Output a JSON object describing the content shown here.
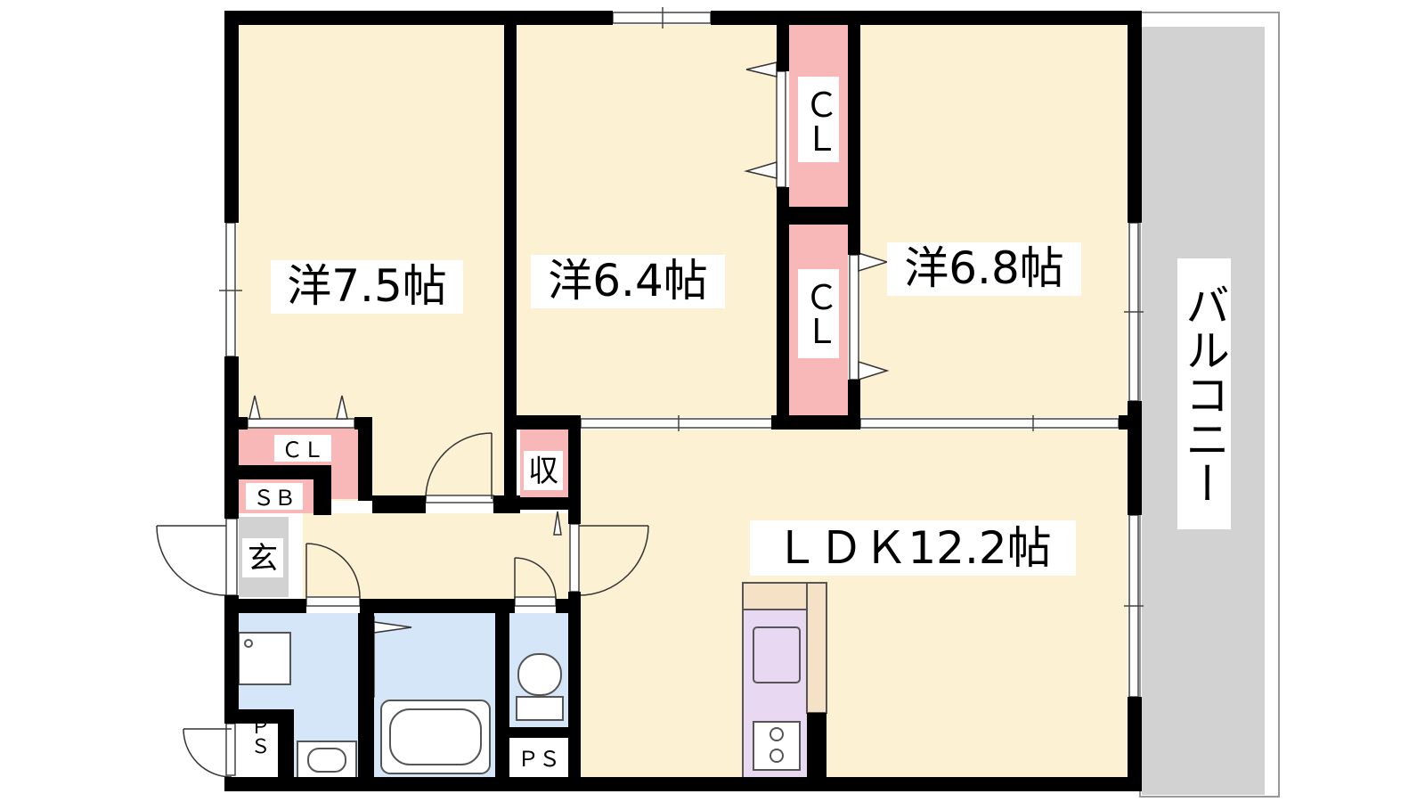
{
  "rooms": {
    "western_1": "洋7.5帖",
    "western_2": "洋6.4帖",
    "western_3": "洋6.8帖",
    "ldk": "ＬＤＫ12.2帖"
  },
  "storage": {
    "cl_top": "ＣＬ",
    "cl_middle": "ＣＬ",
    "cl_small": "ＣＬ",
    "sb": "ＳＢ",
    "shu": "収"
  },
  "entrance": "玄",
  "ps": [
    "ＰＳ",
    "ＰＳ"
  ],
  "balcony": "バルコニー",
  "colors": {
    "room_floor": "#fdf1d4",
    "closet": "#f9b8b8",
    "wet_area": "#d6e6f9",
    "entrance_floor": "#d2d2d2",
    "balcony": "#d2d2d2",
    "kitchen_counter": "#e8d8f2",
    "kitchen_top": "#f5e1c6",
    "wall": "#000000"
  }
}
